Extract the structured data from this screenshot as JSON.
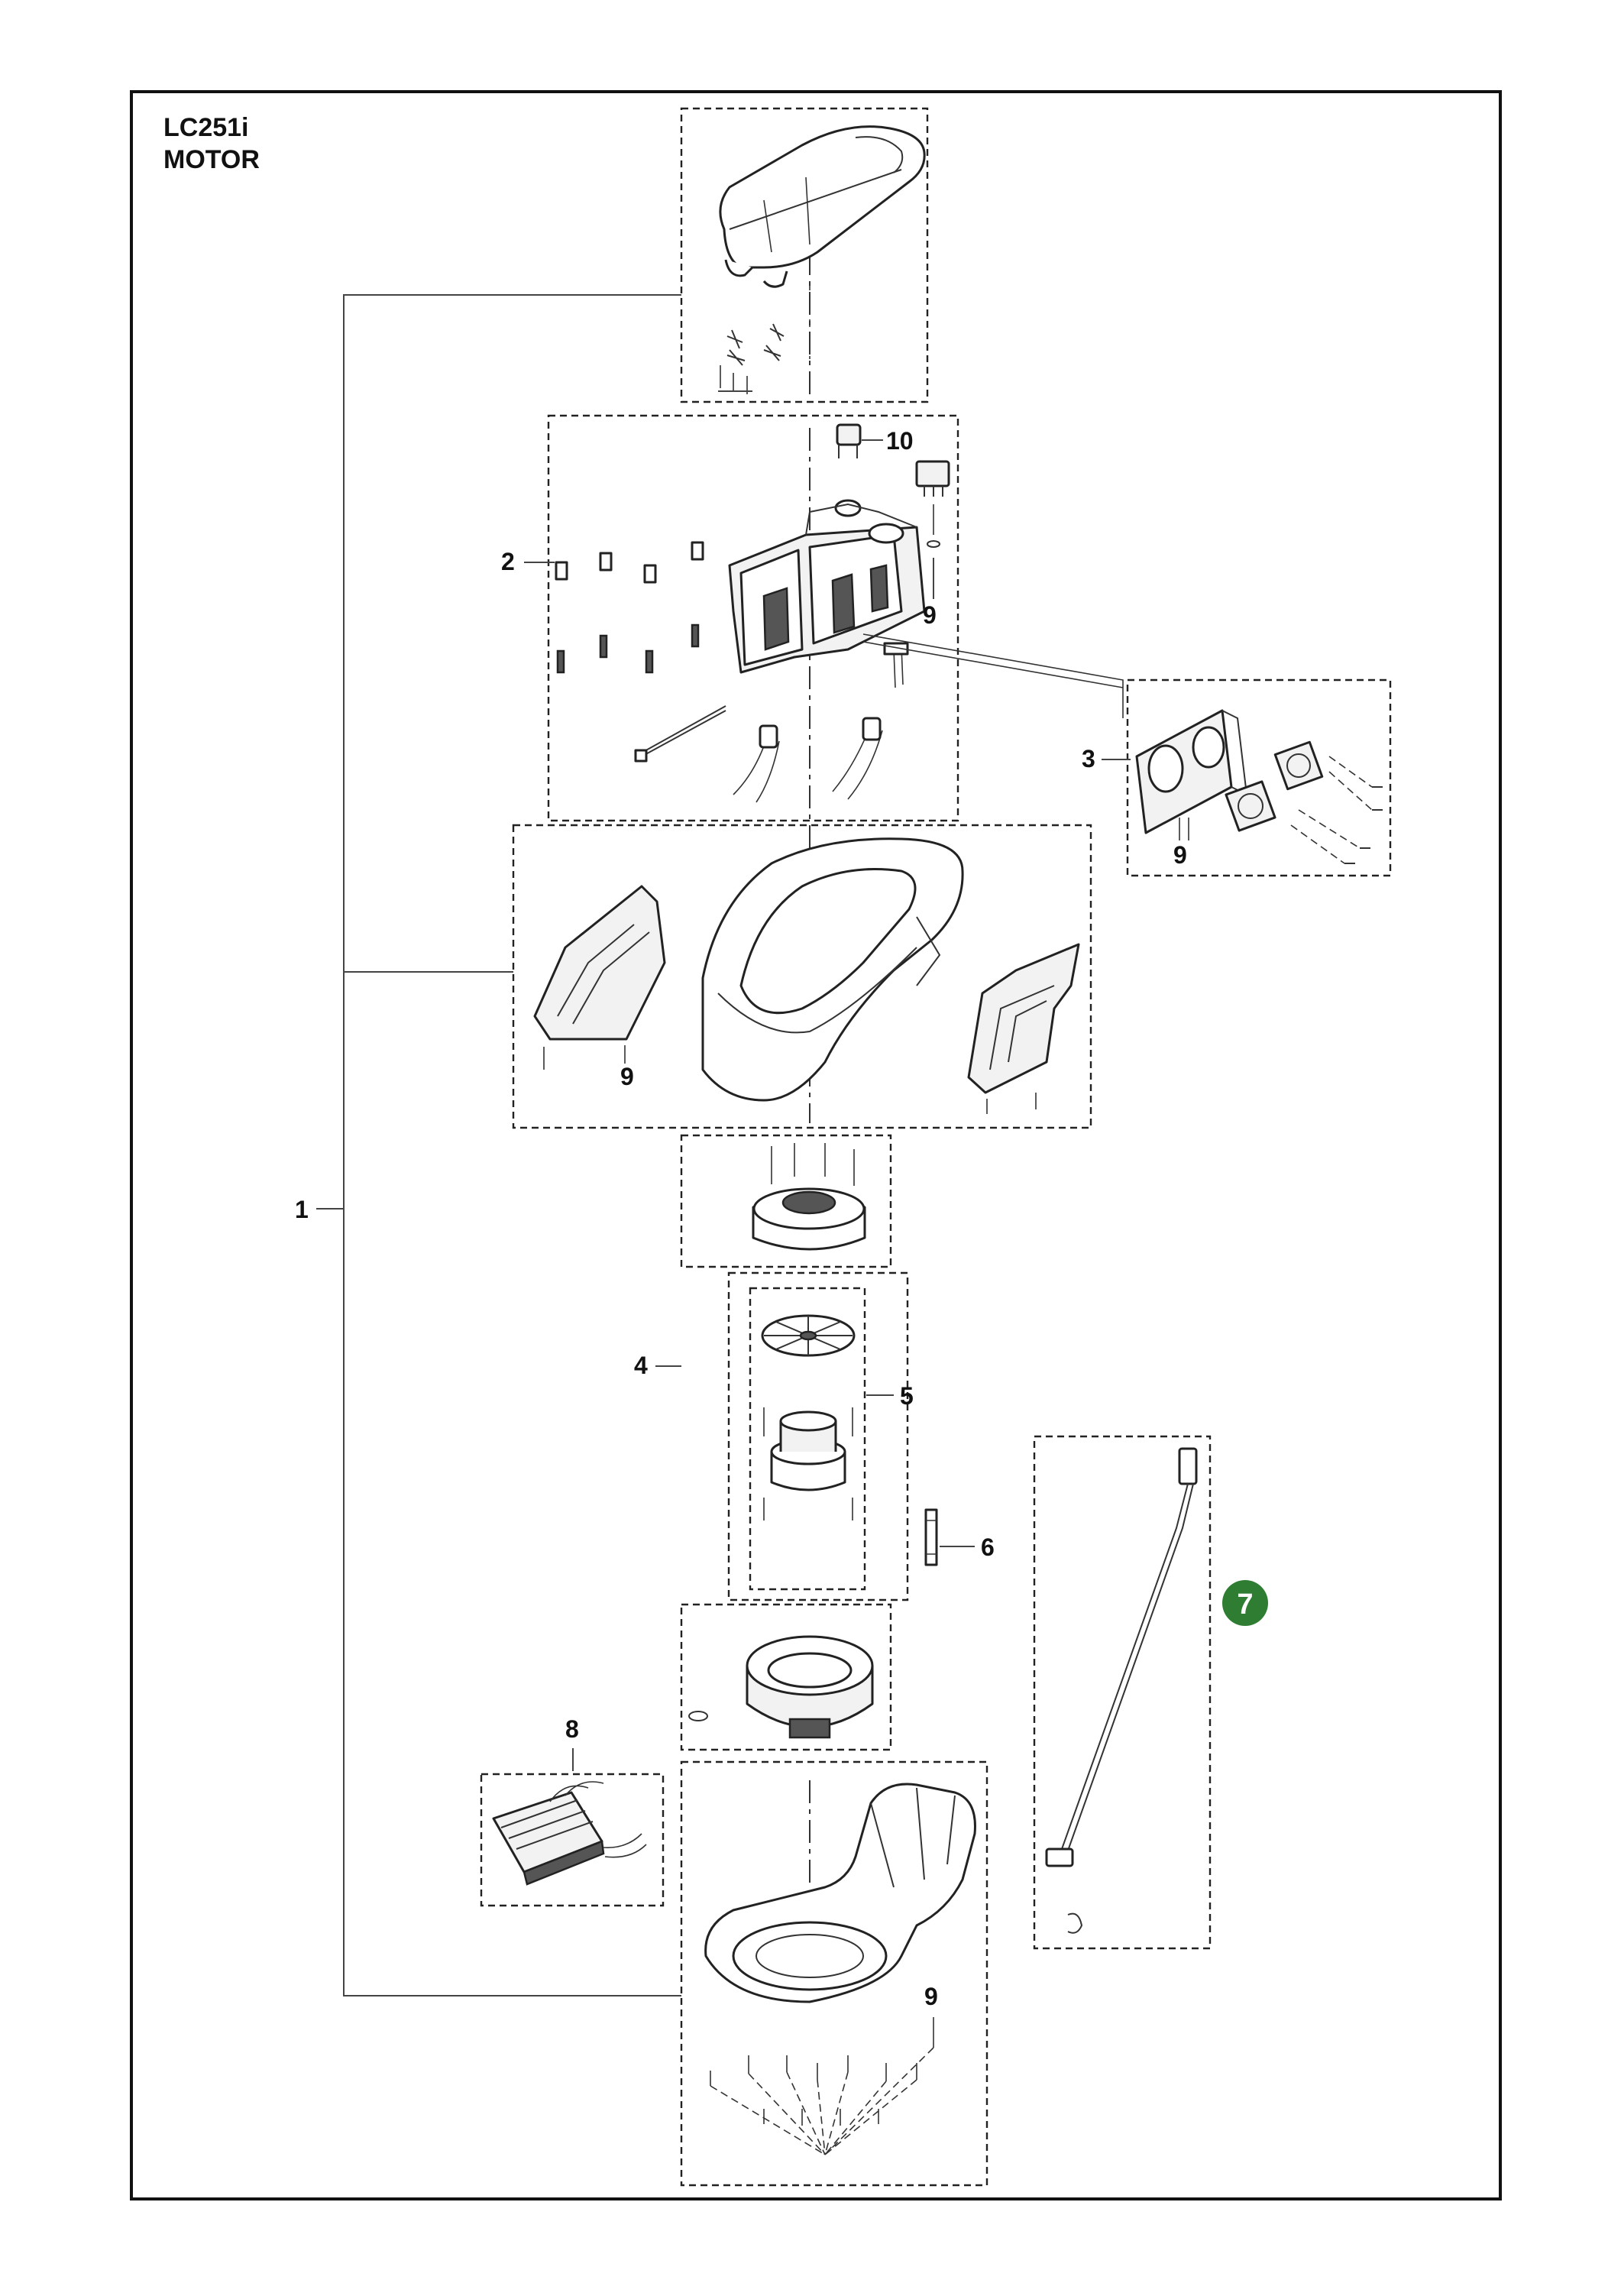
{
  "diagram": {
    "model": "LC251i",
    "section": "MOTOR",
    "callouts": {
      "c1": "1",
      "c2": "2",
      "c3": "3",
      "c4": "4",
      "c5": "5",
      "c6": "6",
      "c7": "7",
      "c8": "8",
      "c9a": "9",
      "c9b": "9",
      "c9c": "9",
      "c9d": "9",
      "c10": "10"
    },
    "highlight": {
      "part": "7",
      "color": "#2e7d32"
    }
  }
}
